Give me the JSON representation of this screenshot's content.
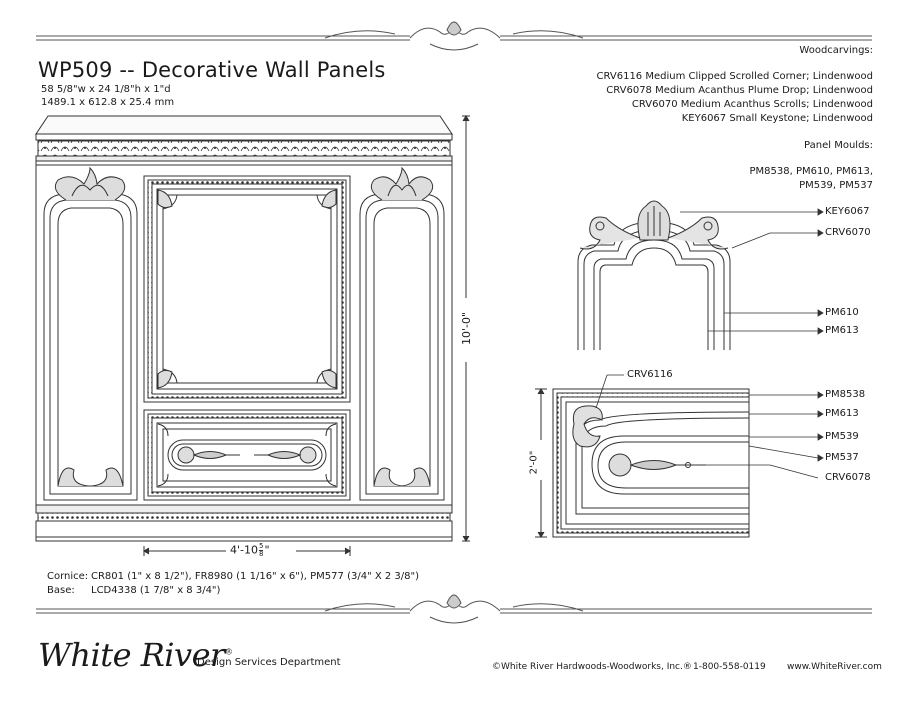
{
  "header": {
    "title": "WP509 -- Decorative Wall Panels",
    "dim_imperial": "58 5/8\"w x 24 1/8\"h x 1\"d",
    "dim_metric": "1489.1 x 612.8 x 25.4 mm"
  },
  "woodcarvings": {
    "heading": "Woodcarvings:",
    "items": [
      "CRV6116  Medium Clipped Scrolled Corner; Lindenwood",
      "CRV6078  Medium Acanthus Plume Drop; Lindenwood",
      "CRV6070  Medium Acanthus Scrolls; Lindenwood",
      "KEY6067  Small Keystone; Lindenwood"
    ]
  },
  "panel_moulds": {
    "heading": "Panel Moulds:",
    "line1": "PM8538, PM610, PM613,",
    "line2": "PM539, PM537"
  },
  "elevation": {
    "height_label": "10'-0\"",
    "width_label": "4'-10",
    "width_frac_num": "5",
    "width_frac_den": "8"
  },
  "detail_top": {
    "labels": [
      "KEY6067",
      "CRV6070",
      "PM610",
      "PM613"
    ]
  },
  "detail_bottom": {
    "top_label": "CRV6116",
    "height_label": "2'-0\"",
    "labels": [
      "PM8538",
      "PM613",
      "PM539",
      "PM537",
      "CRV6078"
    ]
  },
  "notes": {
    "cornice_label": "Cornice:",
    "cornice_value": "CR801 (1\" x 8 1/2\"), FR8980 (1 1/16\" x 6\"), PM577 (3/4\" X 2 3/8\")",
    "base_label": "Base:",
    "base_value": "LCD4338 (1 7/8\" x 8 3/4\")"
  },
  "footer": {
    "logo": "White River",
    "logo_mark": "®",
    "department": "Design Services Department",
    "company": "©White River Hardwoods-Woodworks, Inc.®",
    "phone": "1-800-558-0119",
    "website": "www.WhiteRiver.com"
  }
}
